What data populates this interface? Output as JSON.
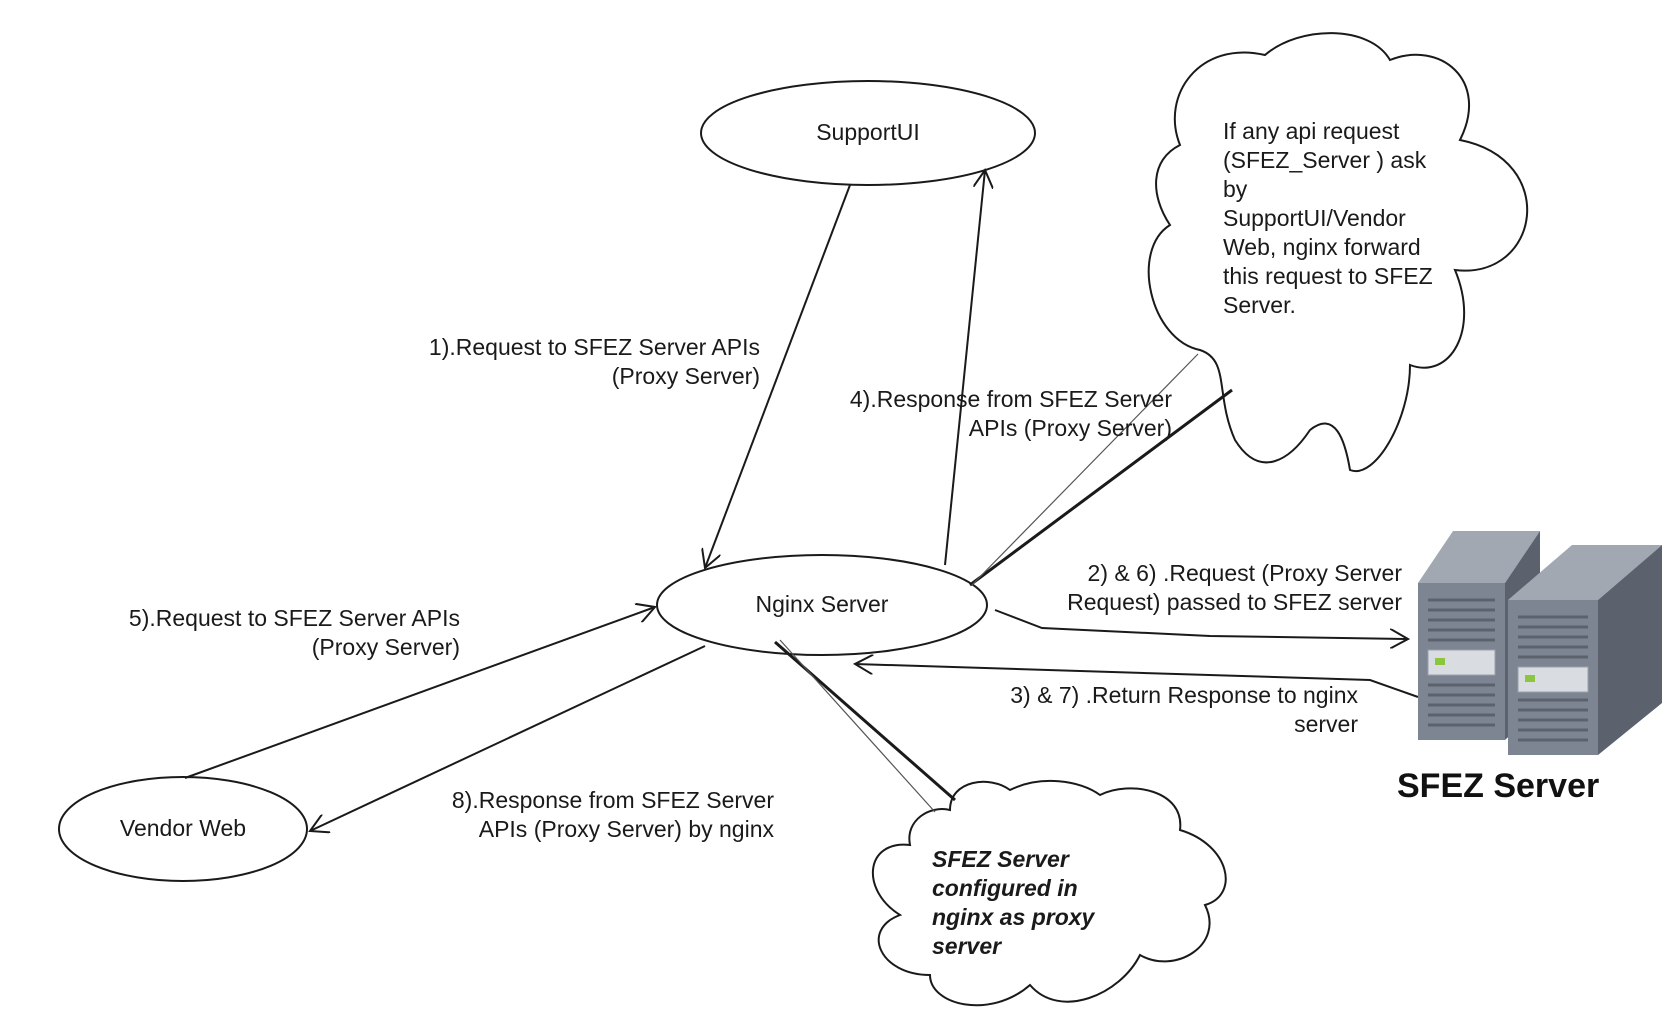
{
  "nodes": {
    "support_ui": "SupportUI",
    "nginx": "Nginx Server",
    "vendor_web": "Vendor Web",
    "sfez_server": "SFEZ Server"
  },
  "edges": {
    "e1": "1).Request to SFEZ Server APIs\n(Proxy Server)",
    "e4": "4).Response from SFEZ Server\nAPIs (Proxy Server)",
    "e2_6": "2) & 6) .Request (Proxy Server\nRequest) passed to SFEZ server",
    "e3_7": "3) & 7) .Return Response to  nginx\nserver",
    "e5": "5).Request to SFEZ Server APIs\n(Proxy Server)",
    "e8": "8).Response from SFEZ Server\nAPIs (Proxy Server) by nginx"
  },
  "notes": {
    "top_cloud": "If any api request\n(SFEZ_Server ) ask\nby\nSupportUI/Vendor\nWeb, nginx forward\nthis request to SFEZ\nServer.",
    "bottom_cloud": "SFEZ Server\nconfigured in\nnginx as proxy\nserver"
  },
  "colors": {
    "stroke": "#1a1a1a",
    "server_body": "#7d8593",
    "server_dark": "#5b626e",
    "server_light": "#a2a8b2",
    "led": "#8cc63f"
  }
}
